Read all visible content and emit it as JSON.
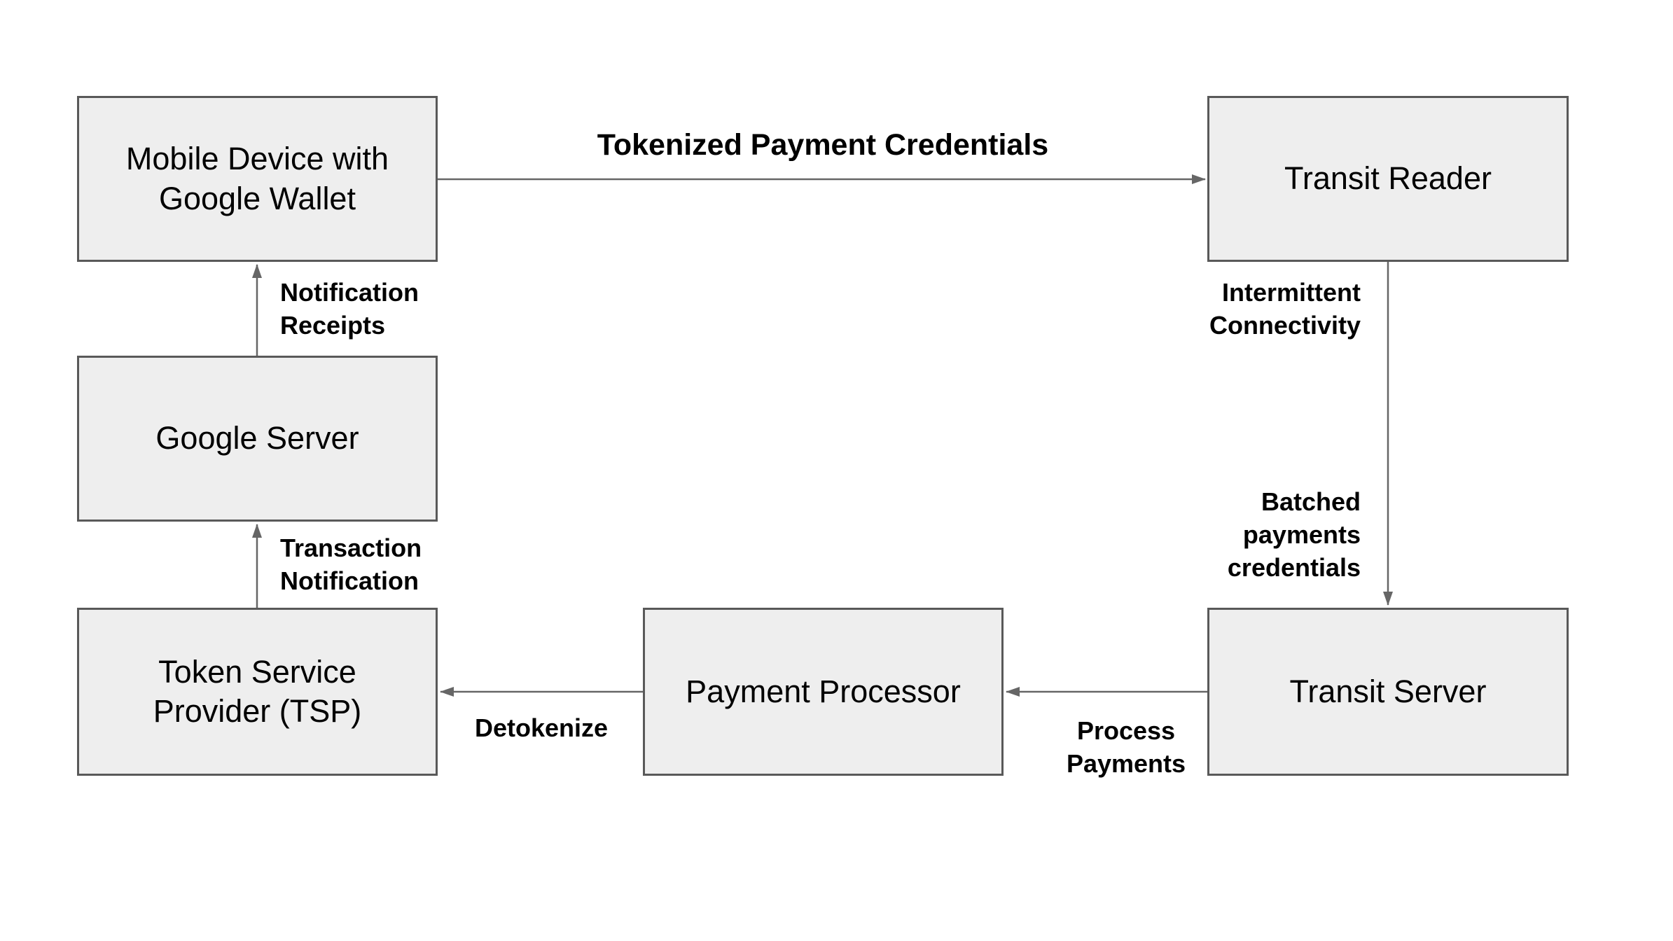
{
  "colors": {
    "background": "#ffffff",
    "node_fill": "#eeeeee",
    "node_border": "#595959",
    "connector": "#666666",
    "text": "#000000"
  },
  "nodes": {
    "mobile_device": {
      "label": "Mobile Device with\nGoogle Wallet"
    },
    "transit_reader": {
      "label": "Transit Reader"
    },
    "google_server": {
      "label": "Google Server"
    },
    "token_service_provider": {
      "label": "Token Service\nProvider (TSP)"
    },
    "payment_processor": {
      "label": "Payment Processor"
    },
    "transit_server": {
      "label": "Transit Server"
    }
  },
  "edges": [
    {
      "from": "mobile_device",
      "to": "transit_reader",
      "direction": "right",
      "label": "Tokenized Payment Credentials"
    },
    {
      "from": "google_server",
      "to": "mobile_device",
      "direction": "up",
      "label": "Notification\nReceipts"
    },
    {
      "from": "token_service_provider",
      "to": "google_server",
      "direction": "up",
      "label": "Transaction\nNotification"
    },
    {
      "from": "transit_reader",
      "to": "transit_server",
      "direction": "down",
      "labels": [
        "Intermittent\nConnectivity",
        "Batched\npayments\ncredentials"
      ]
    },
    {
      "from": "transit_server",
      "to": "payment_processor",
      "direction": "left",
      "label": "Process\nPayments"
    },
    {
      "from": "payment_processor",
      "to": "token_service_provider",
      "direction": "left",
      "label": "Detokenize"
    }
  ]
}
